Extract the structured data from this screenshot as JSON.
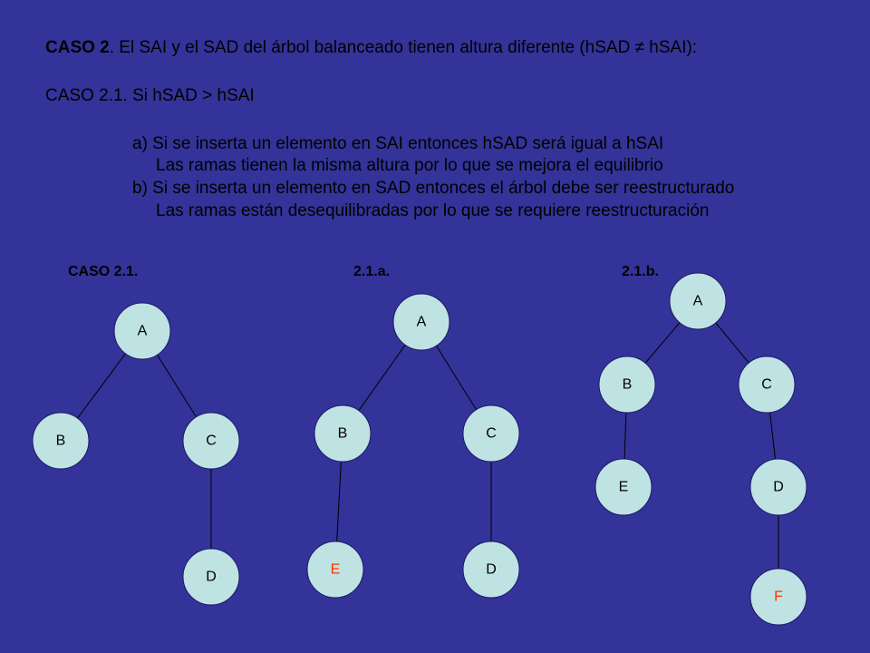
{
  "text": {
    "line1_bold": "CASO 2",
    "line1_rest": ". El SAI y el SAD del árbol balanceado tienen altura diferente (hSAD ≠ hSAI):",
    "line2": "CASO 2.1. Si hSAD > hSAI",
    "line3": "a) Si se inserta un elemento en SAI entonces hSAD será igual a hSAI",
    "line4": "Las ramas tienen la misma altura por lo que se mejora el equilibrio",
    "line5": "b) Si se inserta un elemento en SAD entonces el árbol debe ser reestructurado",
    "line6": "Las ramas están desequilibradas por lo que se requiere reestructuración"
  },
  "labels": {
    "caso21": "CASO 2.1.",
    "caso21a": "2.1.a.",
    "caso21b": "2.1.b."
  },
  "colors": {
    "background": "#333399",
    "node_fill": "#bfe3e3",
    "highlight": "#ff3300",
    "text": "#000000"
  },
  "trees": [
    {
      "id": "tree-caso-2-1",
      "nodes": [
        {
          "id": "A",
          "label": "A",
          "highlight": false
        },
        {
          "id": "B",
          "label": "B",
          "highlight": false
        },
        {
          "id": "C",
          "label": "C",
          "highlight": false
        },
        {
          "id": "D",
          "label": "D",
          "highlight": false
        }
      ],
      "edges": [
        [
          "A",
          "B"
        ],
        [
          "A",
          "C"
        ],
        [
          "C",
          "D"
        ]
      ]
    },
    {
      "id": "tree-2-1-a",
      "nodes": [
        {
          "id": "A",
          "label": "A",
          "highlight": false
        },
        {
          "id": "B",
          "label": "B",
          "highlight": false
        },
        {
          "id": "C",
          "label": "C",
          "highlight": false
        },
        {
          "id": "E",
          "label": "E",
          "highlight": true
        },
        {
          "id": "D",
          "label": "D",
          "highlight": false
        }
      ],
      "edges": [
        [
          "A",
          "B"
        ],
        [
          "A",
          "C"
        ],
        [
          "B",
          "E"
        ],
        [
          "C",
          "D"
        ]
      ]
    },
    {
      "id": "tree-2-1-b",
      "nodes": [
        {
          "id": "A",
          "label": "A",
          "highlight": false
        },
        {
          "id": "B",
          "label": "B",
          "highlight": false
        },
        {
          "id": "C",
          "label": "C",
          "highlight": false
        },
        {
          "id": "E",
          "label": "E",
          "highlight": false
        },
        {
          "id": "D",
          "label": "D",
          "highlight": false
        },
        {
          "id": "F",
          "label": "F",
          "highlight": true
        }
      ],
      "edges": [
        [
          "A",
          "B"
        ],
        [
          "A",
          "C"
        ],
        [
          "B",
          "E"
        ],
        [
          "C",
          "D"
        ],
        [
          "D",
          "F"
        ]
      ]
    }
  ]
}
